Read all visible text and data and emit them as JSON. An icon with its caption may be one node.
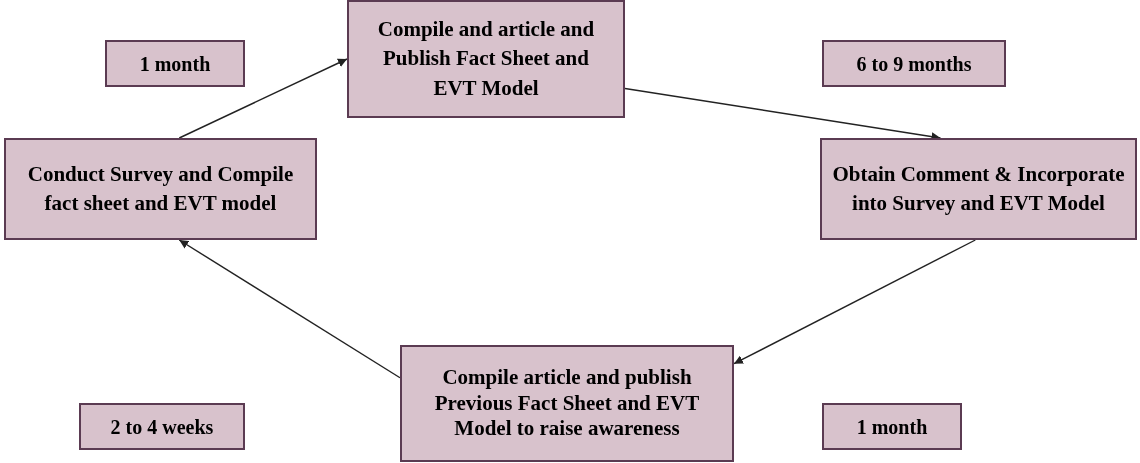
{
  "diagram": {
    "nodes": [
      {
        "text": [
          "1 month"
        ]
      },
      {
        "text": [
          "Compile and article and Publish Fact Sheet and EVT Model"
        ]
      },
      {
        "text": [
          "6 to 9 months"
        ]
      },
      {
        "text": [
          "Conduct Survey and Compile fact sheet and EVT model"
        ]
      },
      {
        "text": [
          "Obtain Comment & Incorporate into Survey and EVT Model"
        ]
      },
      {
        "text": [
          "2 to 4 weeks"
        ]
      },
      {
        "text": [
          "Compile article and publish Previous Fact Sheet and EVT Model to raise awareness"
        ]
      },
      {
        "text": [
          "1 month"
        ]
      }
    ],
    "edges": [
      {
        "from": 3,
        "to": 1,
        "arrow": "to"
      },
      {
        "from": 1,
        "to": 4,
        "arrow": "to"
      },
      {
        "from": 4,
        "to": 6,
        "arrow": "to"
      },
      {
        "from": 6,
        "to": 3,
        "arrow": "to"
      }
    ]
  }
}
